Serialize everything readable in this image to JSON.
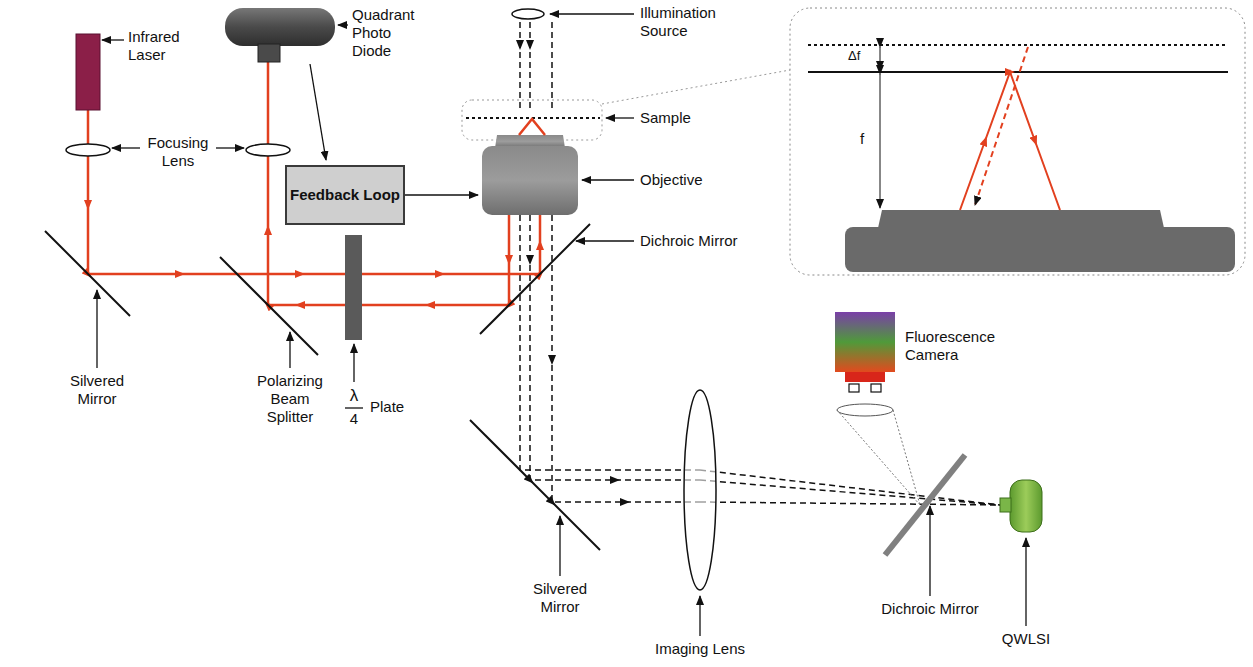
{
  "diagram": {
    "nodes": [
      {
        "text": [
          "Feedback Loop"
        ]
      }
    ],
    "labels": [
      "Illumination Source",
      "Infrared Laser",
      "Quadrant Photo Diode",
      "Sample",
      "Focusing Lens",
      "Objective",
      "Dichroic Mirror",
      "Silvered Mirror",
      "Polarizing Beam Splitter",
      "λ",
      "4",
      "Plate",
      "Fluorescence Camera",
      "Silvered Mirror",
      "Dichroic Mirror",
      "QWLSI",
      "Imaging Lens",
      "Δf",
      "f"
    ]
  }
}
